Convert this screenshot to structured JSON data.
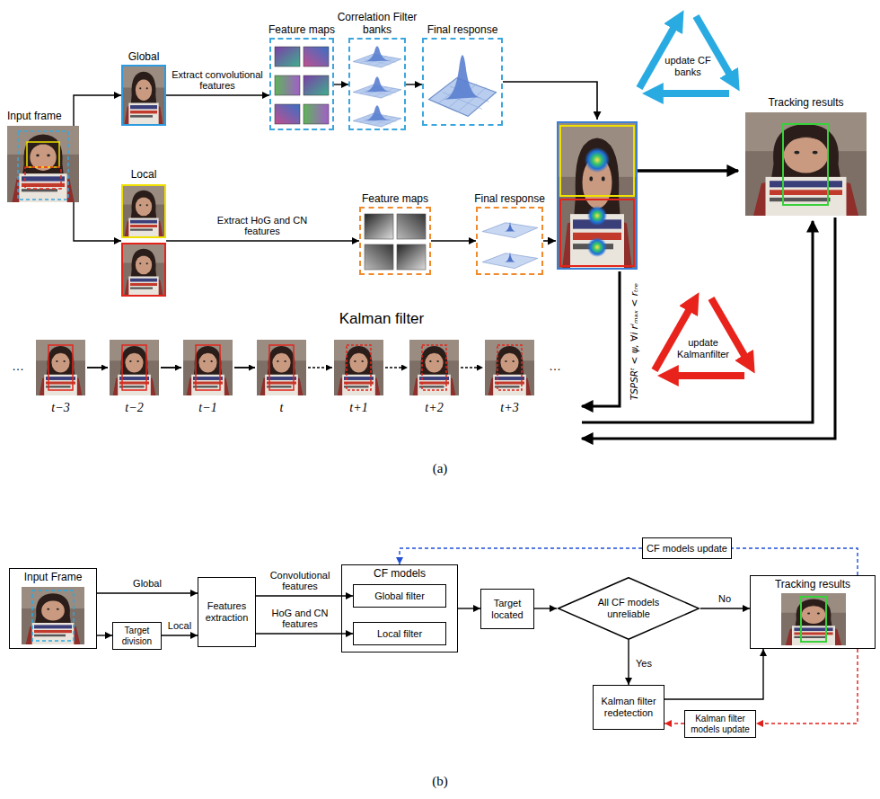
{
  "diagram": {
    "nodes": [
      {
        "text": [
          "Input frame"
        ]
      },
      {
        "text": [
          "Global"
        ]
      },
      {
        "text": [
          "Local"
        ]
      },
      {
        "text": [
          "Feature maps"
        ]
      },
      {
        "text": [
          "Correlation Filter banks"
        ]
      },
      {
        "text": [
          "Final response"
        ]
      },
      {
        "text": [
          "Tracking results"
        ]
      },
      {
        "text": [
          "Feature maps"
        ]
      },
      {
        "text": [
          "Final response"
        ]
      },
      {
        "text": [
          "CF models update"
        ]
      },
      {
        "text": [
          "Input Frame"
        ]
      },
      {
        "text": [
          "Target division"
        ]
      },
      {
        "text": [
          "Features extraction"
        ]
      },
      {
        "text": [
          "CF models"
        ]
      },
      {
        "text": [
          "Global filter"
        ],
        "in": 13
      },
      {
        "text": [
          "Local filter"
        ],
        "in": 13
      },
      {
        "text": [
          "Target located"
        ]
      },
      {
        "text": [
          "All CF models unreliable"
        ]
      },
      {
        "text": [
          "Tracking results"
        ]
      },
      {
        "text": [
          "Kalman filter redetection"
        ]
      },
      {
        "text": [
          "Kalman filter models update"
        ]
      }
    ],
    "edges": [
      {
        "from": 0,
        "to": 1,
        "arrow": "to"
      },
      {
        "from": 0,
        "to": 2,
        "arrow": "to"
      },
      {
        "from": 1,
        "to": 3,
        "label": "Extract convolutional features",
        "arrow": "to"
      },
      {
        "from": 3,
        "to": 4,
        "arrow": "to"
      },
      {
        "from": 4,
        "to": 5,
        "arrow": "to"
      },
      {
        "from": 2,
        "to": 7,
        "label": "Extract HoG and CN features",
        "arrow": "to"
      },
      {
        "from": 7,
        "to": 8,
        "arrow": "to"
      },
      {
        "from": 10,
        "to": 12,
        "label": "Global",
        "arrow": "to"
      },
      {
        "from": 10,
        "to": 11,
        "arrow": "to"
      },
      {
        "from": 11,
        "to": 12,
        "label": "Local",
        "arrow": "to"
      },
      {
        "from": 12,
        "to": 14,
        "label": "Convolutional features",
        "arrow": "to"
      },
      {
        "from": 12,
        "to": 15,
        "label": "HoG and CN features",
        "arrow": "to"
      },
      {
        "from": 13,
        "to": 16,
        "arrow": "to"
      },
      {
        "from": 16,
        "to": 17,
        "arrow": "to"
      },
      {
        "from": 17,
        "to": 18,
        "label": "No",
        "arrow": "to"
      },
      {
        "from": 17,
        "to": 19,
        "label": "Yes",
        "arrow": "to"
      },
      {
        "from": 19,
        "to": 18,
        "arrow": "to"
      },
      {
        "from": 18,
        "to": 9,
        "arrow": "none"
      },
      {
        "from": 9,
        "to": 13,
        "arrow": "to"
      },
      {
        "from": 18,
        "to": 20,
        "arrow": "to"
      },
      {
        "from": 20,
        "to": 19,
        "arrow": "to"
      }
    ],
    "labels": [
      "update CF banks",
      "TSPSRᵗ < ψ, ∀i rⁱₘₐₓ < rₜᵣₑ",
      "update Kalmanfilter",
      "Kalman filter",
      "…",
      "t−3",
      "t−2",
      "t−1",
      "t",
      "t+1",
      "t+2",
      "t+3",
      "…",
      "(a)",
      "(b)"
    ]
  }
}
